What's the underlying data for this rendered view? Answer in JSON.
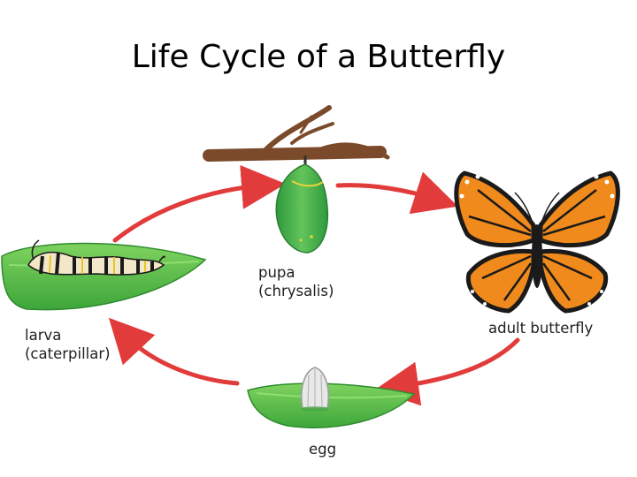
{
  "title": "Life Cycle of a Butterfly",
  "stages": {
    "pupa": {
      "line1": "pupa",
      "line2": "(chrysalis)"
    },
    "adult": {
      "line1": "adult butterfly"
    },
    "egg": {
      "line1": "egg"
    },
    "larva": {
      "line1": "larva",
      "line2": "(caterpillar)"
    }
  },
  "colors": {
    "arrow": "#e23b3b",
    "leaf": "#5cc24c",
    "leaf_dark": "#2e8b2e",
    "branch": "#7a4a2a",
    "chrysalis": "#3fae4a",
    "wing_orange": "#f08a1c",
    "wing_black": "#1a1a1a"
  }
}
